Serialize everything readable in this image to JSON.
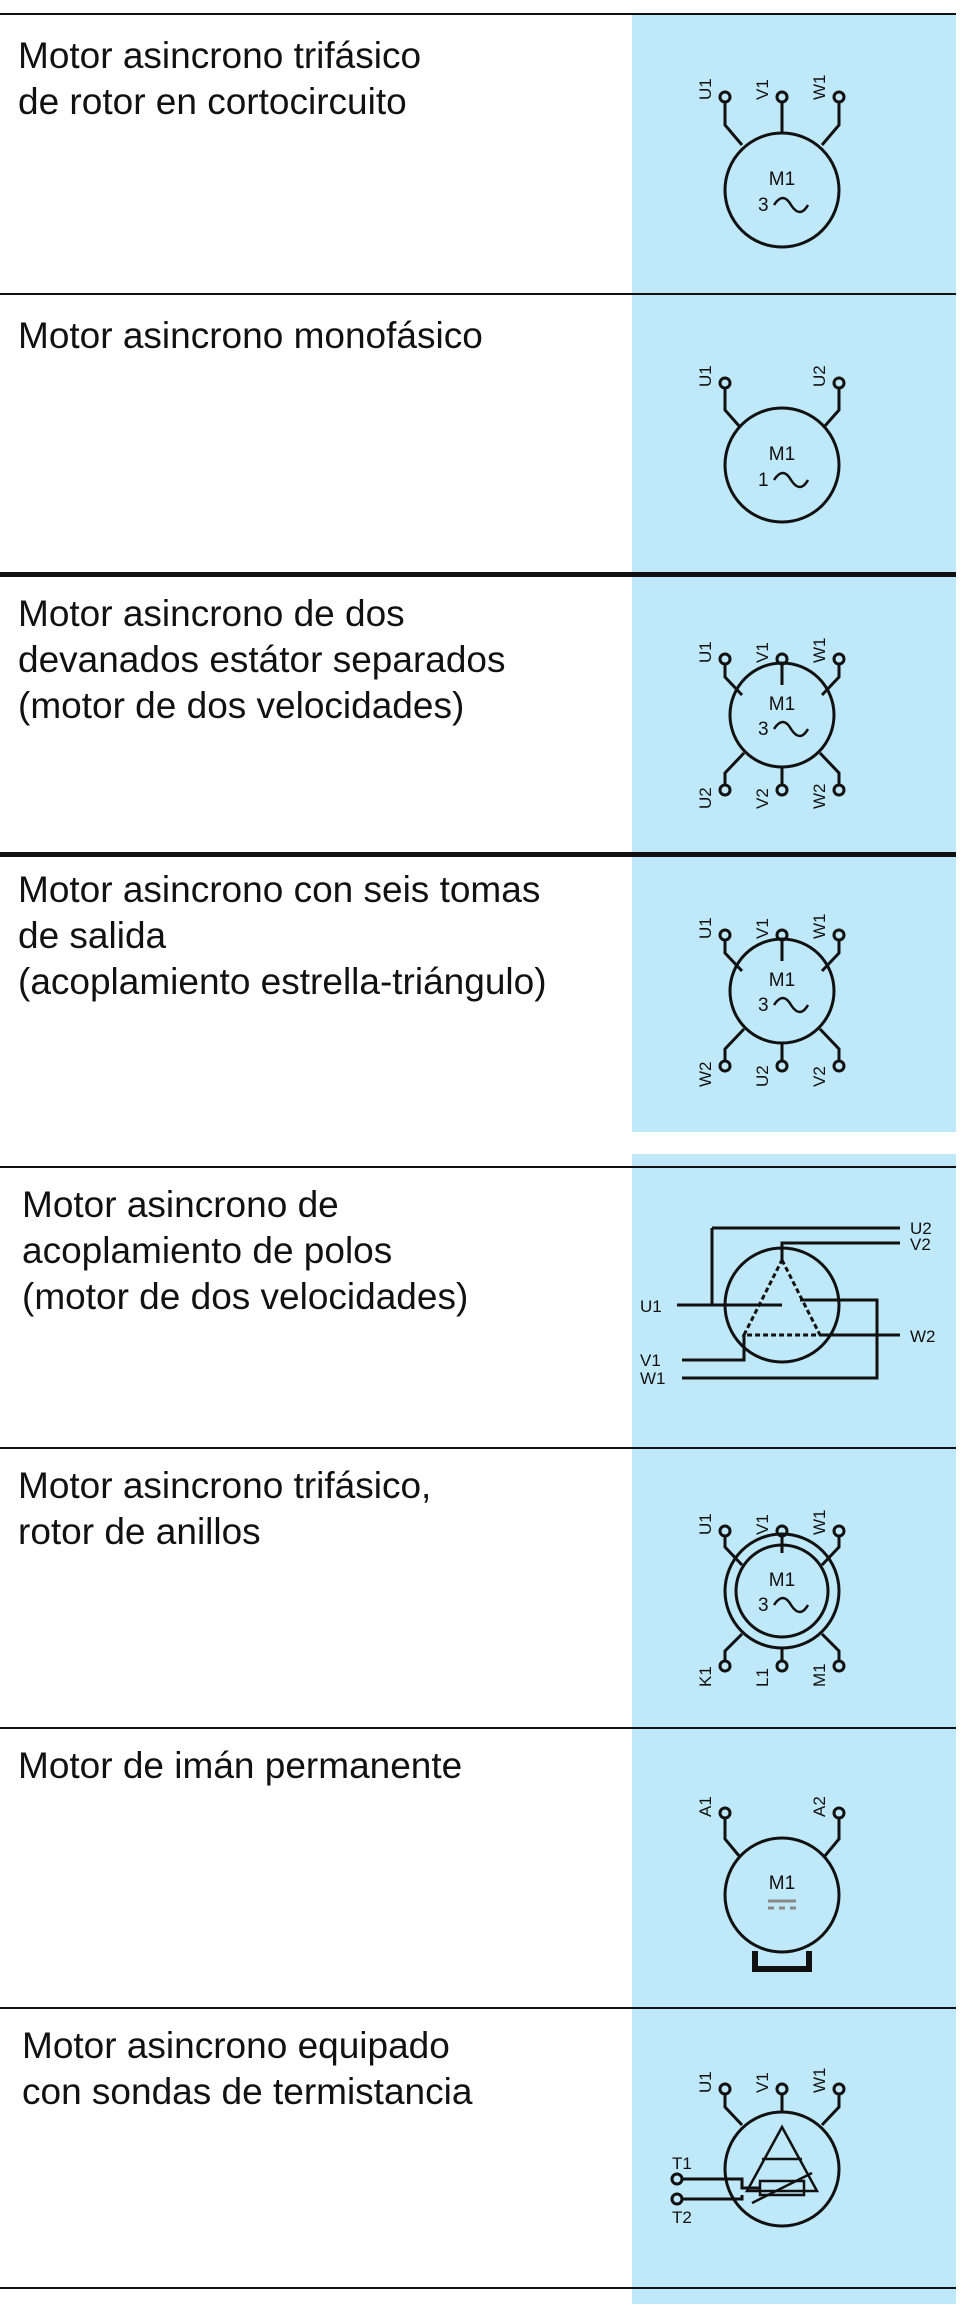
{
  "rows": [
    {
      "description": "Motor asincrono trifásico\nde rotor en cortocircuito",
      "symbol": {
        "name": "M1",
        "supply": "3",
        "terminals_top": [
          "U1",
          "V1",
          "W1"
        ]
      }
    },
    {
      "description": "Motor asincrono monofásico",
      "symbol": {
        "name": "M1",
        "supply": "1",
        "terminals_top": [
          "U1",
          "U2"
        ]
      }
    },
    {
      "description": "Motor asincrono de dos\ndevanados estátor separados\n(motor de dos velocidades)",
      "symbol": {
        "name": "M1",
        "supply": "3",
        "terminals_top": [
          "U1",
          "V1",
          "W1"
        ],
        "terminals_bottom": [
          "U2",
          "V2",
          "W2"
        ]
      }
    },
    {
      "description": "Motor asincrono con seis tomas\nde salida\n(acoplamiento estrella-triángulo)",
      "symbol": {
        "name": "M1",
        "supply": "3",
        "terminals_top": [
          "U1",
          "V1",
          "W1"
        ],
        "terminals_bottom": [
          "W2",
          "U2",
          "V2"
        ]
      }
    },
    {
      "description": "Motor asincrono de\nacoplamiento de polos\n(motor de dos velocidades)",
      "symbol": {
        "labels": [
          "U2",
          "V2",
          "U1",
          "W2",
          "V1",
          "W1"
        ]
      }
    },
    {
      "description": "Motor asincrono trifásico,\nrotor de anillos",
      "symbol": {
        "name": "M1",
        "supply": "3",
        "terminals_top": [
          "U1",
          "V1",
          "W1"
        ],
        "terminals_bottom": [
          "K1",
          "L1",
          "M1"
        ]
      }
    },
    {
      "description": "Motor de imán permanente",
      "symbol": {
        "name": "M1",
        "terminals_top": [
          "A1",
          "A2"
        ]
      }
    },
    {
      "description": "Motor asincrono equipado\ncon sondas de termistancia",
      "symbol": {
        "terminals_top": [
          "U1",
          "V1",
          "W1"
        ],
        "probe_labels": [
          "T1",
          "T2"
        ]
      }
    }
  ]
}
